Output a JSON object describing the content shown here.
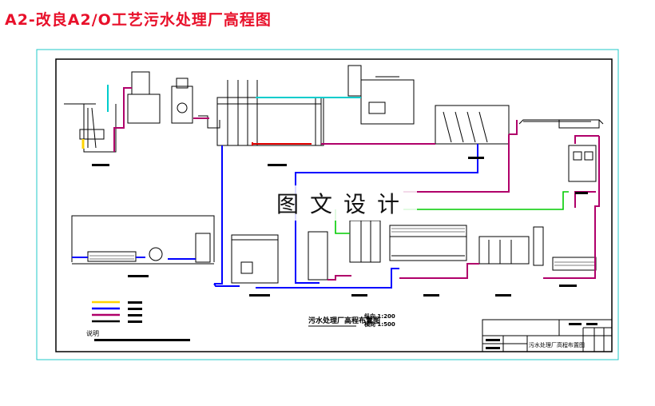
{
  "title": "A2-改良A2/O工艺污水处理厂高程图",
  "watermark": "图文设计",
  "drawing": {
    "main_caption": "污水处理厂高程布置图",
    "scale_vertical": "纵向 1:200",
    "scale_horizontal": "横向 1:500",
    "title_block_name": "污水处理厂高程布置图",
    "notes_heading": "说明"
  },
  "legend": {
    "colors": [
      "#ffd400",
      "#0000ff",
      "#b0006a",
      "#000000"
    ]
  },
  "colors": {
    "title": "#e8102a",
    "frame_outer": "#20c8c8",
    "sludge_line": "#b0006a",
    "water_line": "#0000ff",
    "return_line": "#e00000",
    "air_line": "#00cccc",
    "green_line": "#00cc00"
  }
}
